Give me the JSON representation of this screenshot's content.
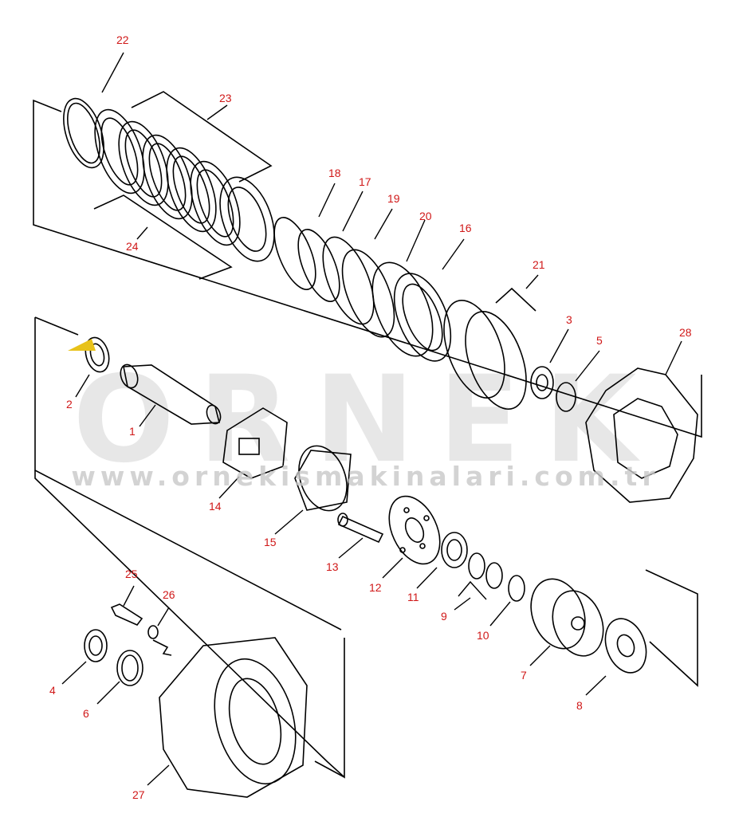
{
  "watermark": {
    "logo": "ORNEK",
    "url": "www.ornekismakinalari.com.tr"
  },
  "callouts": [
    "1",
    "2",
    "3",
    "4",
    "5",
    "6",
    "7",
    "8",
    "9",
    "10",
    "11",
    "12",
    "13",
    "14",
    "15",
    "16",
    "17",
    "18",
    "19",
    "20",
    "21",
    "22",
    "23",
    "24",
    "25",
    "26",
    "27",
    "28"
  ],
  "colors": {
    "callout": "#d01818",
    "line": "#000000",
    "watermark": "#c9c9c9",
    "accent": "#e8c21a"
  }
}
